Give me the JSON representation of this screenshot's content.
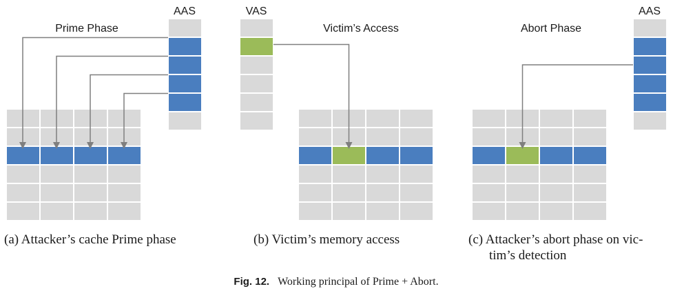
{
  "colors": {
    "empty": "#d9d9d9",
    "attacker": "#4a7ebf",
    "victim": "#9bbb59",
    "arrow": "#7f7f7f",
    "gridline": "#ffffff"
  },
  "panels": [
    {
      "stack_label": "AAS",
      "title": "Prime Phase",
      "caption_lines": [
        "(a)  Attacker’s cache Prime phase"
      ],
      "stack_cells": [
        "empty",
        "attacker",
        "attacker",
        "attacker",
        "attacker",
        "empty"
      ],
      "cache_row_fill": [
        "attacker",
        "attacker",
        "attacker",
        "attacker"
      ]
    },
    {
      "stack_label": "VAS",
      "title": "Victim’s Access",
      "caption_lines": [
        "(b)  Victim’s memory access"
      ],
      "stack_cells": [
        "empty",
        "victim",
        "empty",
        "empty",
        "empty",
        "empty"
      ],
      "cache_row_fill": [
        "attacker",
        "victim",
        "attacker",
        "attacker"
      ]
    },
    {
      "stack_label": "AAS",
      "title": "Abort Phase",
      "caption_lines": [
        "(c)  Attacker’s abort phase on vic-",
        "tim’s detection"
      ],
      "stack_cells": [
        "empty",
        "attacker",
        "attacker",
        "attacker",
        "attacker",
        "empty"
      ],
      "cache_row_fill": [
        "attacker",
        "victim",
        "attacker",
        "attacker"
      ]
    }
  ],
  "figure_caption": {
    "label": "Fig. 12.",
    "text": "Working principal of Prime + Abort."
  }
}
